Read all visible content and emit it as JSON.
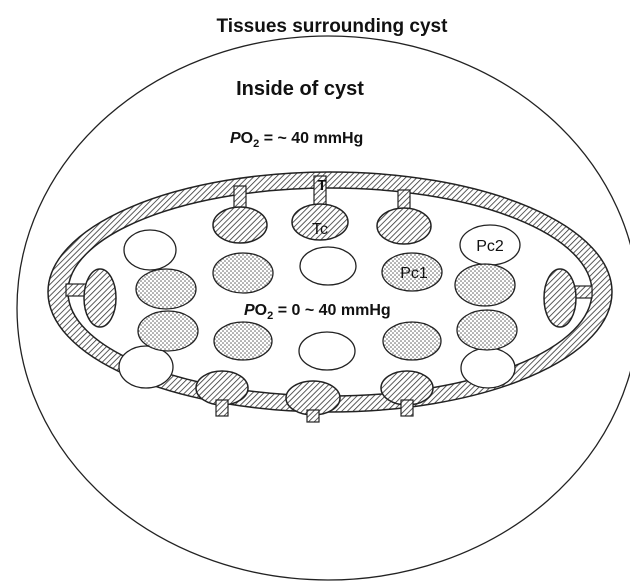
{
  "diagram": {
    "title": "Tissues surrounding cyst",
    "inside_label": "Inside of cyst",
    "po2_cyst": {
      "p": "P",
      "o": "O",
      "sub": "2",
      "value": " = ~ 40 mmHg"
    },
    "po2_inner": {
      "p": "P",
      "o": "O",
      "sub": "2",
      "value": " = 0 ~ 40 mmHg"
    },
    "labels": {
      "t": "T",
      "tc": "Tc",
      "pc1": "Pc1",
      "pc2": "Pc2"
    }
  },
  "colors": {
    "stroke": "#222222",
    "background": "#ffffff",
    "hatch": "#333333",
    "stipple": "#555555"
  }
}
